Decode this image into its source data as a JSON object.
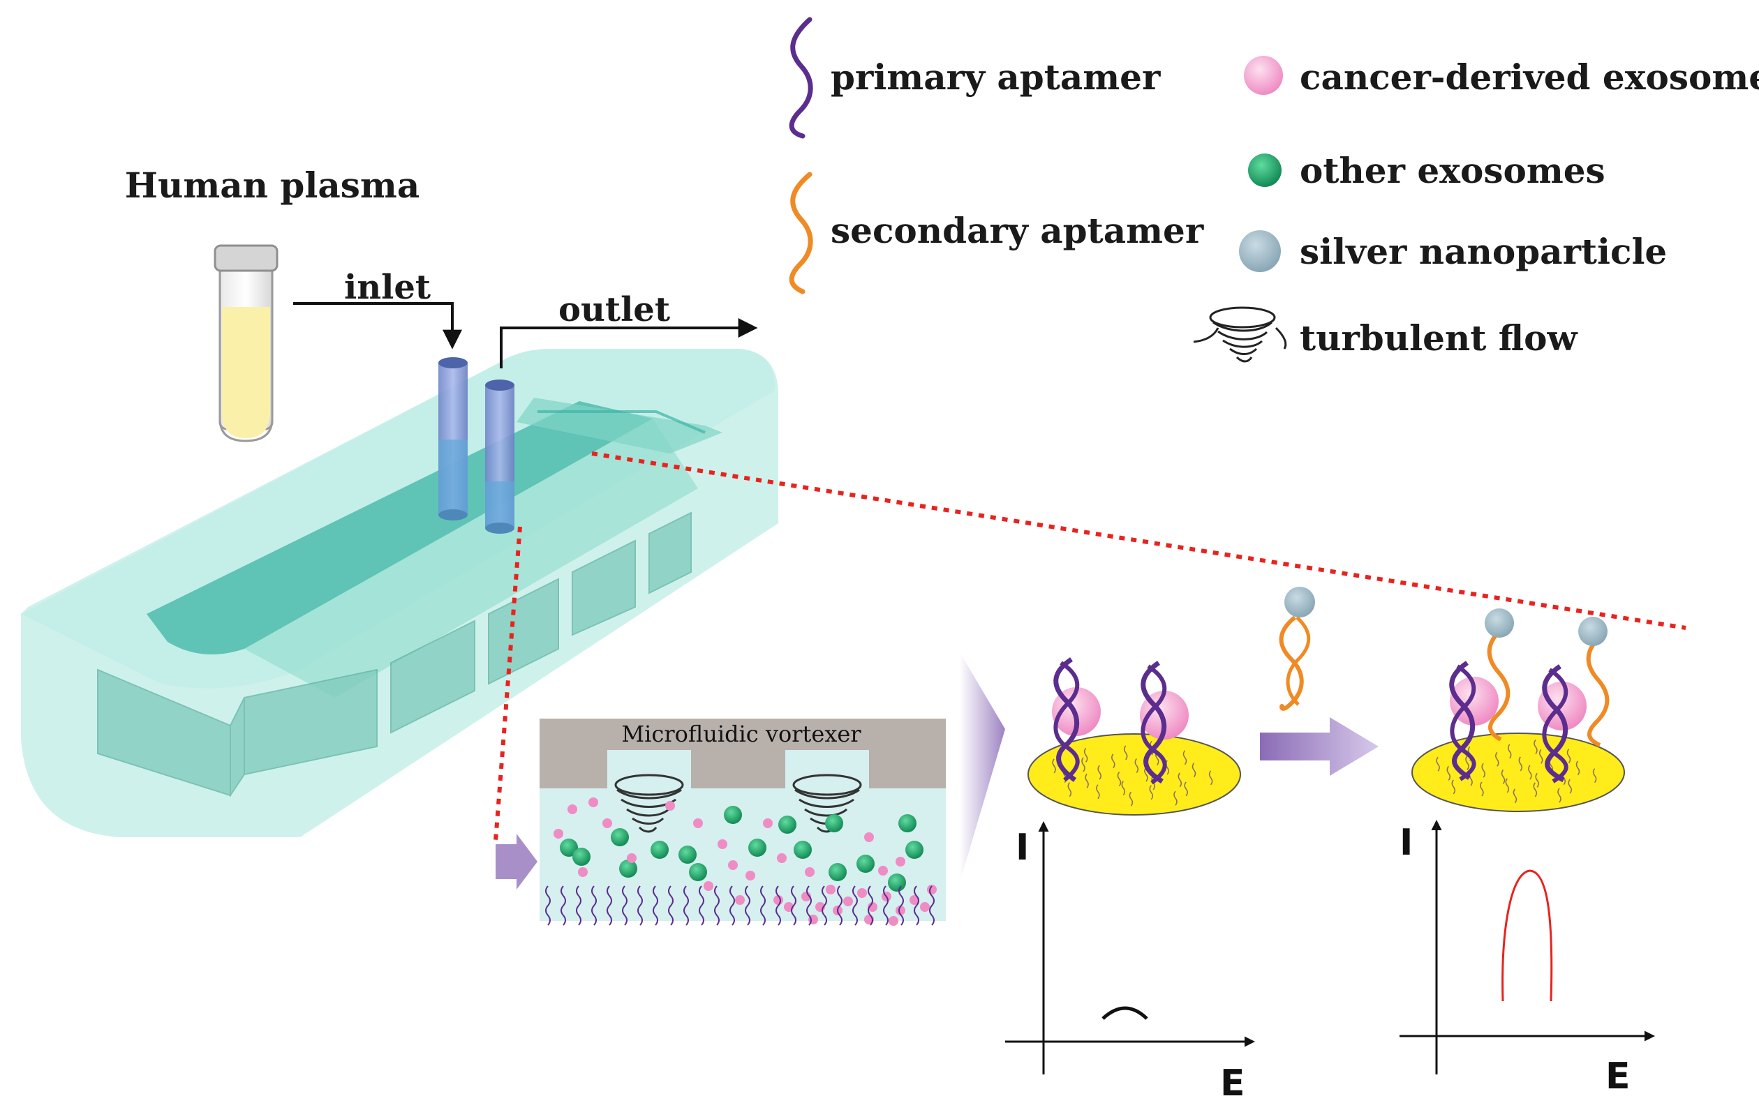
{
  "figure": {
    "source_label": "Human plasma",
    "inlet_label": "inlet",
    "outlet_label": "outlet",
    "vortexer_label": "Microfluidic vortexer"
  },
  "legend": {
    "primary_aptamer": "primary aptamer",
    "secondary_aptamer": "secondary aptamer",
    "cancer_exosomes": "cancer-derived exosomes",
    "other_exosomes": "other exosomes",
    "silver_np": "silver nanoparticle",
    "turbulent_flow": "turbulent flow"
  },
  "graphs": {
    "before": {
      "y_label": "I",
      "x_label": "E"
    },
    "after": {
      "y_label": "I",
      "x_label": "E"
    }
  },
  "colors": {
    "primary_aptamer": "#5b2d8e",
    "secondary_aptamer": "#f08a24",
    "cancer_exosome": "#f7a8d2",
    "other_exosome": "#1faa6e",
    "silver_np": "#9fb9c6",
    "electrode": "#ffec1a",
    "chip": "#a8e6dc",
    "guide_line": "#e8231e",
    "signal": "#e8231e",
    "process_arrow": "#a98fc8"
  }
}
